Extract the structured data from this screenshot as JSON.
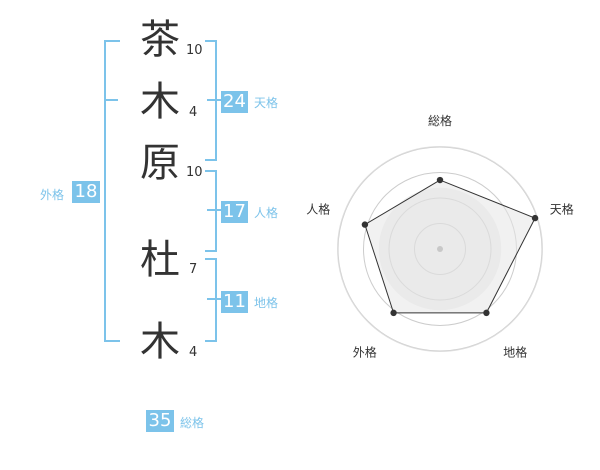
{
  "name": {
    "chars": [
      {
        "char": "茶",
        "strokes": "10"
      },
      {
        "char": "木",
        "strokes": "4"
      },
      {
        "char": "原",
        "strokes": "10"
      },
      {
        "char": "杜",
        "strokes": "7"
      },
      {
        "char": "木",
        "strokes": "4"
      }
    ]
  },
  "kaku": {
    "tenkaku": {
      "value": "24",
      "label": "天格"
    },
    "jinkaku": {
      "value": "17",
      "label": "人格"
    },
    "chikaku": {
      "value": "11",
      "label": "地格"
    },
    "gaikaku": {
      "value": "18",
      "label": "外格"
    },
    "soukaku": {
      "value": "35",
      "label": "総格"
    }
  },
  "colors": {
    "accent": "#7cc3ea",
    "text": "#333333",
    "radar_fill": "#efefef",
    "ring": "#cccccc"
  },
  "chart_data": {
    "type": "radar",
    "axes": [
      "総格",
      "天格",
      "地格",
      "外格",
      "人格"
    ],
    "values": [
      0.69,
      1.0,
      0.79,
      0.79,
      0.79
    ],
    "range": [
      0,
      1
    ],
    "rings": 4
  }
}
